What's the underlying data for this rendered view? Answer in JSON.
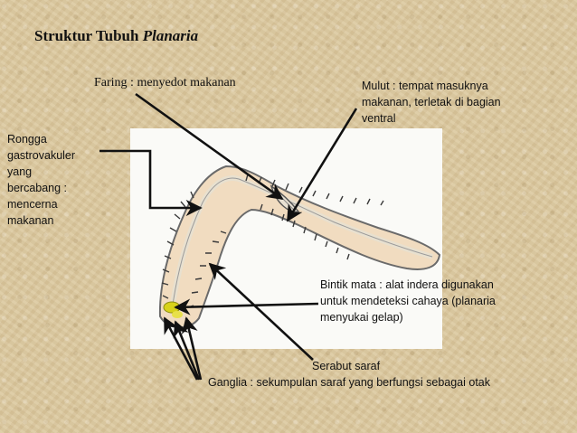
{
  "title": {
    "main": "Struktur Tubuh ",
    "italic": "Planaria"
  },
  "labels": {
    "faring": "Faring  : menyedot makanan",
    "mulut": [
      "Mulut : tempat masuknya",
      "makanan, terletak di bagian",
      "ventral"
    ],
    "rongga": [
      "Rongga",
      "gastrovakuler",
      "yang",
      "bercabang :",
      "mencerna",
      "makanan"
    ],
    "bintik": [
      "Bintik mata : alat indera digunakan",
      "untuk mendeteksi cahaya (planaria",
      "menyukai gelap)"
    ],
    "serabut": "Serabut saraf",
    "ganglia": "Ganglia : sekumpulan saraf yang berfungsi sebagai otak"
  },
  "colors": {
    "body": "#f1dcc0",
    "outline": "#6a6a6a",
    "branches": "#3a3a3a",
    "eye": "#d8d21a",
    "arrow": "#111111"
  }
}
